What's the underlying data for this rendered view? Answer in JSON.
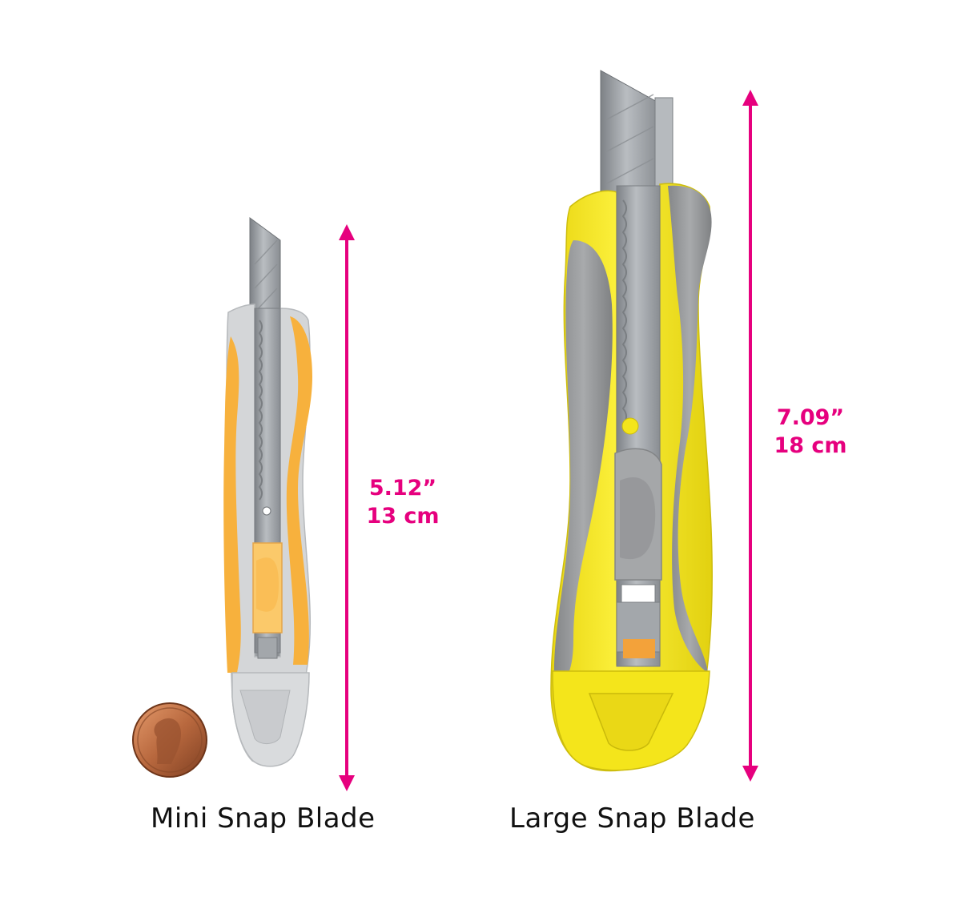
{
  "products": {
    "mini": {
      "caption": "Mini Snap Blade",
      "height_in": "5.12”",
      "height_cm": "13 cm"
    },
    "large": {
      "caption": "Large Snap Blade",
      "height_in": "7.09”",
      "height_cm": "18 cm"
    }
  },
  "colors": {
    "accent": "#e6007e",
    "mini_handle_gray": "#d4d6d8",
    "mini_handle_orange": "#f7b13d",
    "mini_slider": "#fbc96a",
    "large_handle_yellow": "#f4e51b",
    "large_handle_gray": "#9a9c9e",
    "blade_steel": "#9da1a5",
    "penny_copper": "#b8683e"
  }
}
